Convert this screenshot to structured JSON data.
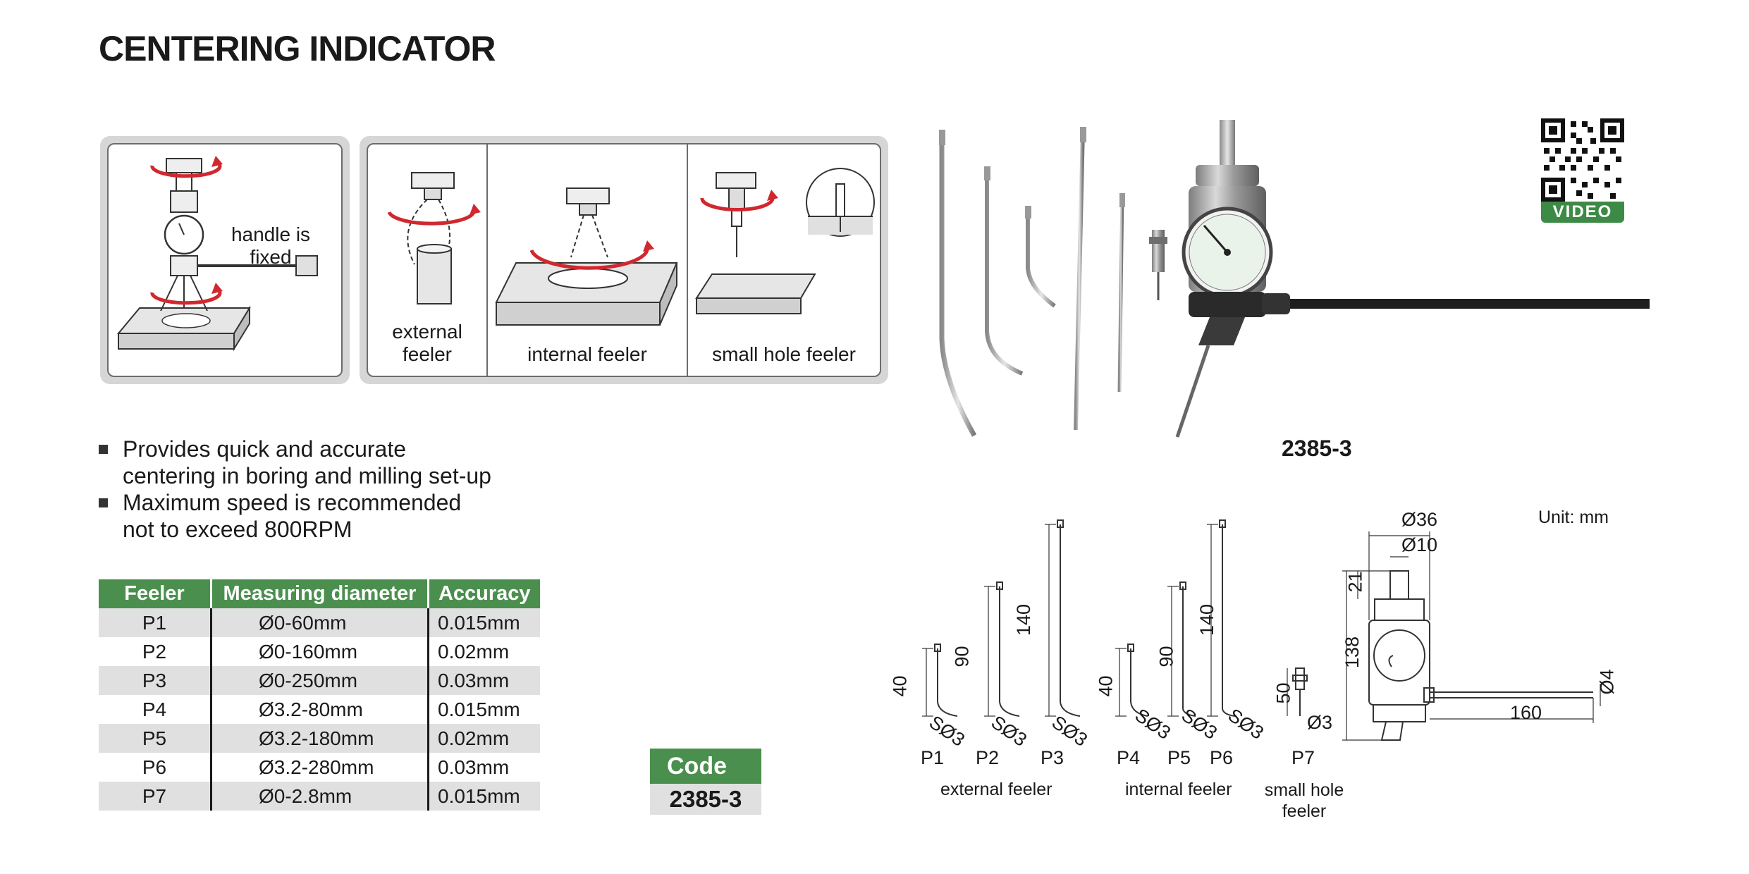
{
  "title": "CENTERING INDICATOR",
  "illustrations": {
    "handle_note": [
      "handle is",
      "fixed"
    ],
    "external_feeler": [
      "external",
      "feeler"
    ],
    "internal_feeler": "internal feeler",
    "small_hole_feeler": "small hole feeler"
  },
  "features": [
    [
      "Provides quick and accurate",
      "centering in boring and milling set-up"
    ],
    [
      "Maximum speed is recommended",
      "not to exceed 800RPM"
    ]
  ],
  "spec_table": {
    "headers": [
      "Feeler",
      "Measuring diameter",
      "Accuracy"
    ],
    "rows": [
      [
        "P1",
        "Ø0-60mm",
        "0.015mm"
      ],
      [
        "P2",
        "Ø0-160mm",
        "0.02mm"
      ],
      [
        "P3",
        "Ø0-250mm",
        "0.03mm"
      ],
      [
        "P4",
        "Ø3.2-80mm",
        "0.015mm"
      ],
      [
        "P5",
        "Ø3.2-180mm",
        "0.02mm"
      ],
      [
        "P6",
        "Ø3.2-280mm",
        "0.03mm"
      ],
      [
        "P7",
        "Ø0-2.8mm",
        "0.015mm"
      ]
    ]
  },
  "code": {
    "label": "Code",
    "value": "2385-3"
  },
  "product_model": "2385-3",
  "qr_caption": "VIDEO",
  "drawing": {
    "unit": "Unit: mm",
    "external_lengths": [
      "40",
      "90",
      "140"
    ],
    "internal_lengths": [
      "40",
      "90",
      "140"
    ],
    "small_hole_length": "50",
    "sphere": "SØ3",
    "small_hole_dia": "Ø3",
    "feelers": [
      "P1",
      "P2",
      "P3",
      "P4",
      "P5",
      "P6",
      "P7"
    ],
    "group_labels": {
      "external": "external feeler",
      "internal": "internal feeler",
      "small_hole": [
        "small hole",
        "feeler"
      ]
    },
    "body_dims": {
      "top_dia": "Ø36",
      "stem_dia": "Ø10",
      "stem_height": "21",
      "height": "138",
      "arm_dia": "Ø4",
      "arm_length": "160"
    }
  },
  "colors": {
    "accent_green": "#4a8f4e",
    "arrow_red": "#d0282e",
    "panel_gray": "#d6d6d6"
  }
}
